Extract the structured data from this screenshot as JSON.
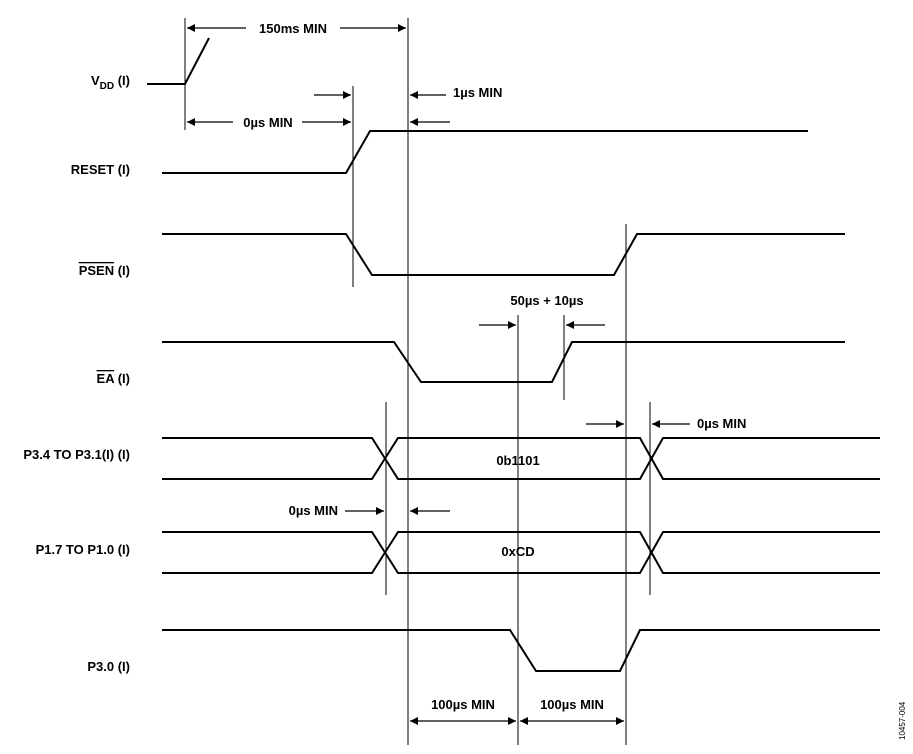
{
  "signals": {
    "vdd": {
      "main": "V",
      "sub": "DD",
      "suffix": " (I)"
    },
    "reset": "RESET (I)",
    "psen": {
      "name": "PSEN",
      "suffix": " (I)"
    },
    "ea": {
      "name": "EA",
      "suffix": " (I)"
    },
    "p3_4": "P3.4 TO P3.1(I) (I)",
    "p1_7": "P1.7 TO P1.0 (I)",
    "p3_0": "P3.0 (I)"
  },
  "bus_values": {
    "p3_4": "0b1101",
    "p1_7": "0xCD"
  },
  "annotations": {
    "t_150ms": "150ms MIN",
    "t_0us_vdd_reset": "0µs MIN",
    "t_1us": "1µs MIN",
    "t_50us": "50µs + 10µs",
    "t_0us_p3_hold": "0µs MIN",
    "t_0us_p1_setup": "0µs MIN",
    "t_100us_1": "100µs MIN",
    "t_100us_2": "100µs MIN"
  },
  "figure_id": "10457-004"
}
